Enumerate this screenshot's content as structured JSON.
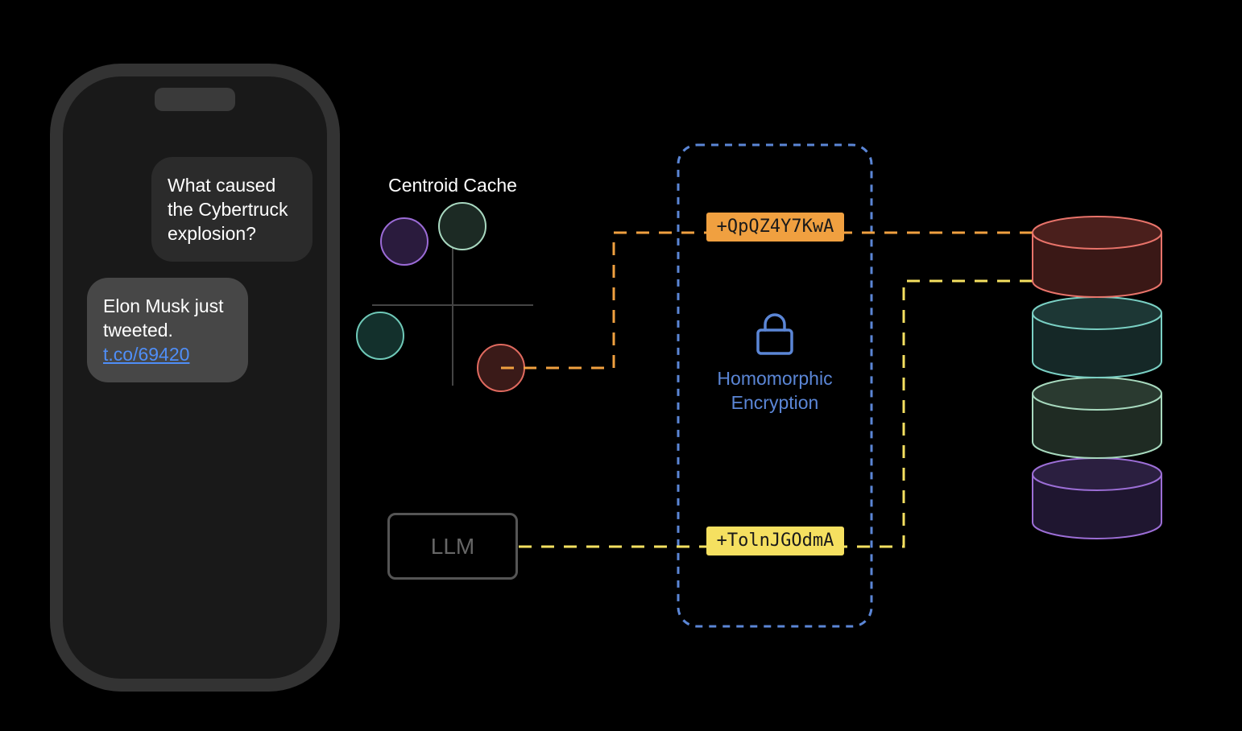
{
  "phone": {
    "messages": {
      "outgoing": {
        "lines": [
          "What caused",
          "the Cybertruck",
          "explosion?"
        ]
      },
      "incoming": {
        "lines": [
          "Elon Musk just",
          "tweeted."
        ],
        "link": "t.co/69420"
      }
    }
  },
  "centroid_cache": {
    "title": "Centroid Cache",
    "centroid_colors": [
      "#9b6bd6",
      "#a8d8c0",
      "#6fc9b8",
      "#e06a5f"
    ]
  },
  "llm": {
    "label": "LLM"
  },
  "encryption": {
    "label_lines": [
      "Homomorphic",
      "Encryption"
    ],
    "icon": "lock-icon",
    "color": "#5b86d6"
  },
  "tokens": {
    "query_token": "+QpQZ4Y7KwA",
    "response_token": "+TolnJGOdmA"
  },
  "database": {
    "icon": "database-cylinder-icon",
    "segment_colors": [
      "#e8736a",
      "#7ad0c4",
      "#a7d9be",
      "#9c6ed6"
    ]
  },
  "colors": {
    "query_path": "#f0a040",
    "response_path": "#f5e060",
    "boundary": "#5b86d6",
    "phone_frame": "#333333"
  }
}
